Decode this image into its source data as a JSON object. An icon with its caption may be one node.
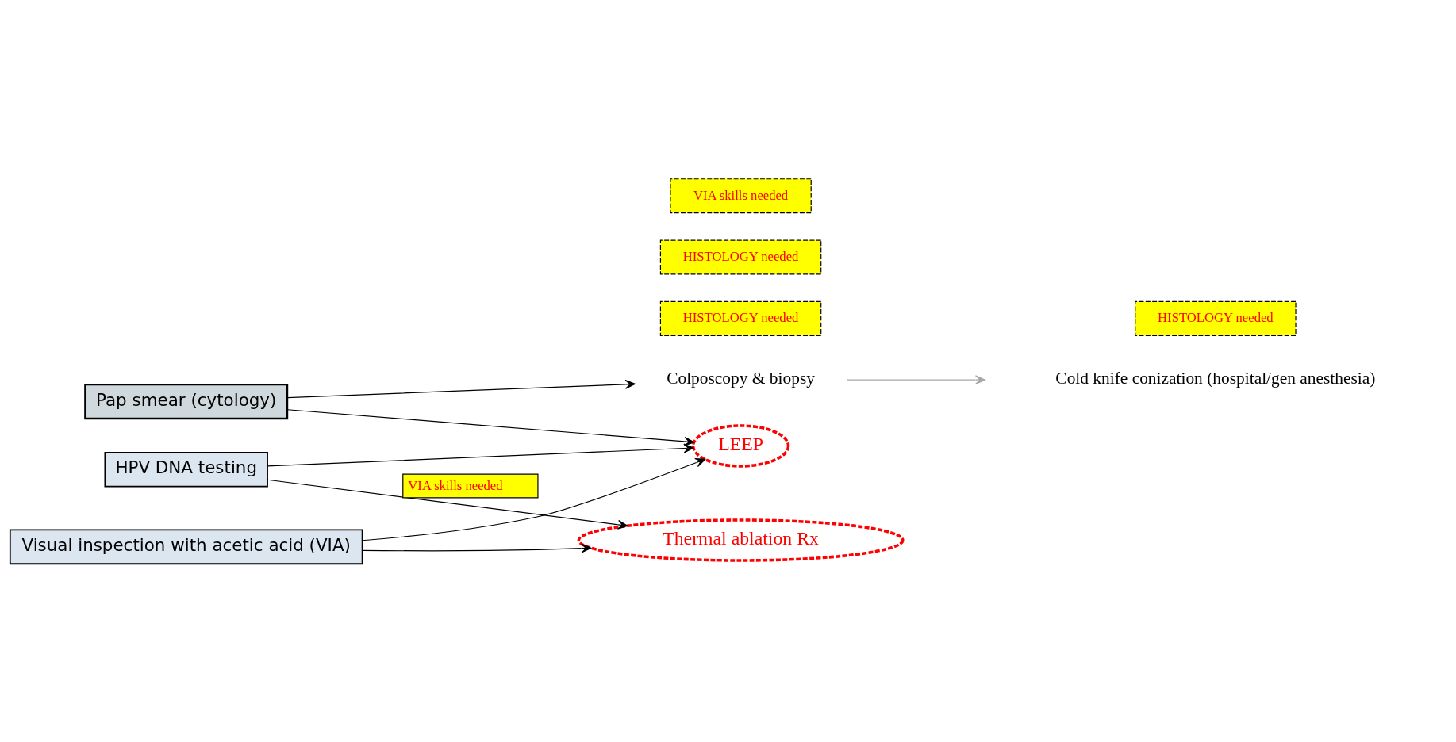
{
  "diagram": {
    "nodes": [
      {
        "text": [
          "Pap smear (cytology)"
        ]
      },
      {
        "text": [
          "Visual inspection with acetic acid (VIA)"
        ]
      },
      {
        "text": [
          "HPV DNA testing"
        ]
      },
      {
        "text": [
          "Colposcopy & biopsy"
        ]
      },
      {
        "text": [
          "HISTOLOGY needed"
        ]
      },
      {
        "text": [
          "Cold knife conization (hospital/gen anesthesia)"
        ]
      },
      {
        "text": [
          "HISTOLOGY needed"
        ]
      },
      {
        "text": [
          "LEEP"
        ]
      },
      {
        "text": [
          "HISTOLOGY needed"
        ]
      },
      {
        "text": [
          "Thermal ablation Rx"
        ]
      },
      {
        "text": [
          "VIA skills needed"
        ]
      }
    ],
    "edges": [
      {
        "from": 0,
        "to": 3,
        "arrow": "to"
      },
      {
        "from": 3,
        "to": 5,
        "arrow": "to",
        "color": "#a6a6a6"
      },
      {
        "from": 0,
        "to": 7,
        "arrow": "to"
      },
      {
        "from": 1,
        "to": 7,
        "arrow": "to"
      },
      {
        "from": 1,
        "to": 9,
        "arrow": "to"
      },
      {
        "from": 2,
        "to": 9,
        "arrow": "to",
        "label": "VIA skills needed"
      },
      {
        "from": 2,
        "to": 7,
        "arrow": "to"
      }
    ]
  }
}
